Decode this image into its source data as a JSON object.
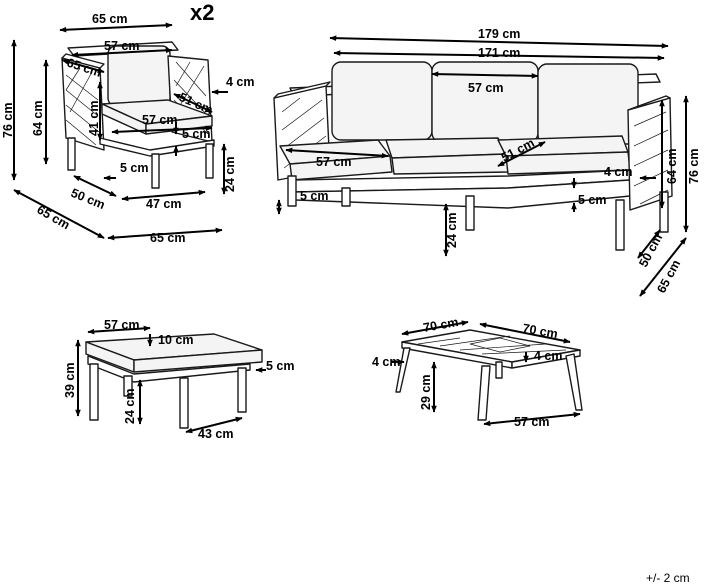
{
  "multiplier": "x2",
  "tolerance": "+/- 2 cm",
  "armchair": {
    "width_top": "65 cm",
    "seat_width_top": "57 cm",
    "depth_top": "65 cm",
    "height_total": "76 cm",
    "height_back": "64 cm",
    "back_height": "41 cm",
    "seat_depth": "51 cm",
    "arm_width": "4 cm",
    "seat_width": "57 cm",
    "cushion_thick": "5 cm",
    "leg_height": "24 cm",
    "leg_inset": "5 cm",
    "base_depth": "50 cm",
    "base_width": "47 cm",
    "depth_bottom": "65 cm",
    "width_bottom": "65 cm"
  },
  "sofa": {
    "width_total": "179 cm",
    "width_inner": "171 cm",
    "back_cushion": "57 cm",
    "seat_cushion": "57 cm",
    "seat_depth": "51 cm",
    "arm_thick": "4 cm",
    "cushion_thick": "5 cm",
    "leg_inset": "5 cm",
    "leg_height": "24 cm",
    "height_back": "64 cm",
    "height_total": "76 cm",
    "base_depth": "50 cm",
    "depth_total": "65 cm"
  },
  "ottoman": {
    "width": "57 cm",
    "cushion_depth": "10 cm",
    "height": "39 cm",
    "cushion_thick": "5 cm",
    "leg_height": "24 cm",
    "depth": "43 cm"
  },
  "table": {
    "width_left": "70 cm",
    "width_right": "70 cm",
    "edge_left": "4 cm",
    "edge_right": "4 cm",
    "height": "29 cm",
    "base": "57 cm"
  }
}
